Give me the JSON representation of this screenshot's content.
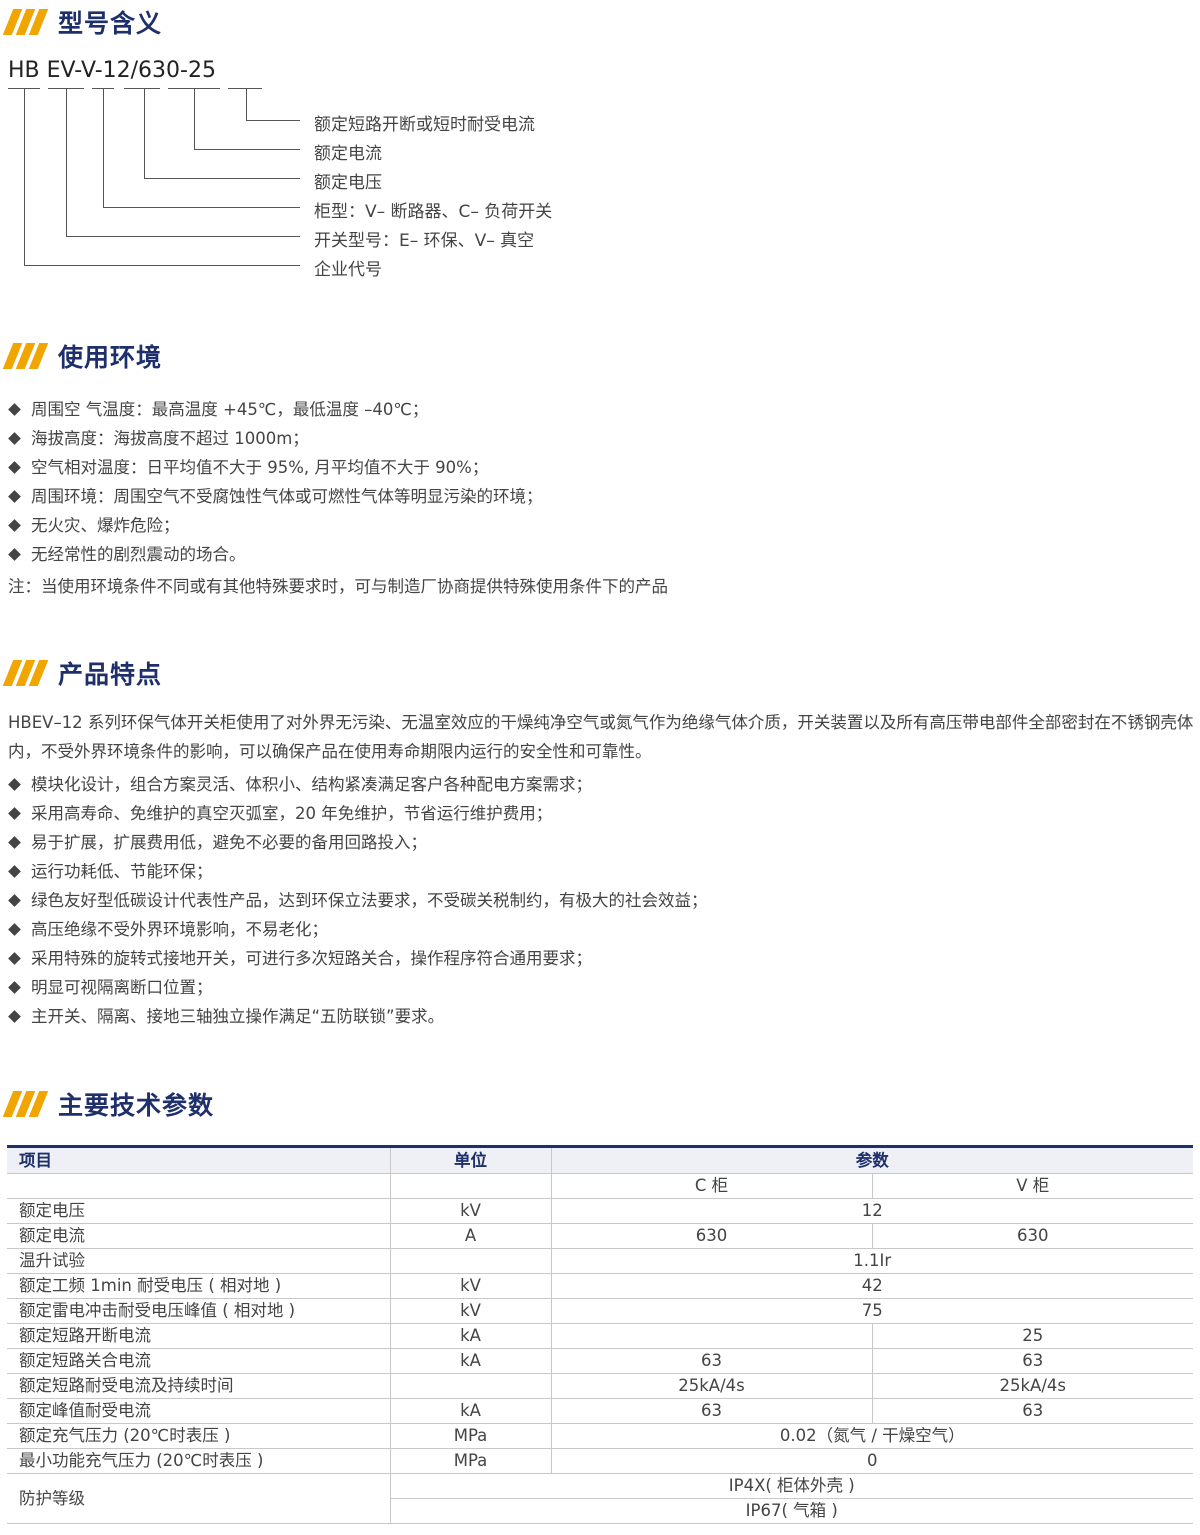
{
  "sections": {
    "model": "型号含义",
    "env": "使用环境",
    "features": "产品特点",
    "params": "主要技术参数"
  },
  "model": {
    "code": "HB EV-V-12/630-25",
    "desc": [
      "额定短路开断或短时耐受电流",
      "额定电流",
      "额定电压",
      "柜型：V– 断路器、C– 负荷开关",
      "开关型号：E– 环保、V– 真空",
      "企业代号"
    ]
  },
  "env": {
    "items": [
      "周围空 气温度：最高温度 +45℃，最低温度 –40℃；",
      "海拔高度：海拔高度不超过 1000m；",
      "空气相对温度：日平均值不大于 95%, 月平均值不大于 90%；",
      "周围环境：周围空气不受腐蚀性气体或可燃性气体等明显污染的环境；",
      "无火灾、爆炸危险；",
      "无经常性的剧烈震动的场合。"
    ],
    "note": "注：当使用环境条件不同或有其他特殊要求时，可与制造厂协商提供特殊使用条件下的产品"
  },
  "features": {
    "intro": "HBEV–12 系列环保气体开关柜使用了对外界无污染、无温室效应的干燥纯净空气或氮气作为绝缘气体介质，开关装置以及所有高压带电部件全部密封在不锈钢壳体内，不受外界环境条件的影响，可以确保产品在使用寿命期限内运行的安全性和可靠性。",
    "items": [
      "模块化设计，组合方案灵活、体积小、结构紧凑满足客户各种配电方案需求；",
      "采用高寿命、免维护的真空灭弧室，20 年免维护，节省运行维护费用；",
      "易于扩展，扩展费用低，避免不必要的备用回路投入；",
      "运行功耗低、节能环保；",
      "绿色友好型低碳设计代表性产品，达到环保立法要求，不受碳关税制约，有极大的社会效益；",
      "高压绝缘不受外界环境影响，不易老化；",
      "采用特殊的旋转式接地开关，可进行多次短路关合，操作程序符合通用要求；",
      "明显可视隔离断口位置；",
      "主开关、隔离、接地三轴独立操作满足“五防联锁”要求。"
    ]
  },
  "table": {
    "headers": [
      "项目",
      "单位",
      "参数"
    ],
    "sub": [
      "C 柜",
      "V 柜"
    ],
    "rows": [
      {
        "name": "额定电压",
        "unit": "kV",
        "merged": "12"
      },
      {
        "name": "额定电流",
        "unit": "A",
        "c": "630",
        "v": "630"
      },
      {
        "name": "温升试验",
        "unit": "",
        "merged": "1.1Ir"
      },
      {
        "name": "额定工频 1min 耐受电压 ( 相对地 )",
        "unit": "kV",
        "merged": "42"
      },
      {
        "name": "额定雷电冲击耐受电压峰值 ( 相对地 )",
        "unit": "kV",
        "merged": "75"
      },
      {
        "name": "额定短路开断电流",
        "unit": "kA",
        "c": "",
        "v": "25"
      },
      {
        "name": "额定短路关合电流",
        "unit": "kA",
        "c": "63",
        "v": "63"
      },
      {
        "name": "额定短路耐受电流及持续时间",
        "unit": "",
        "c": "25kA/4s",
        "v": "25kA/4s"
      },
      {
        "name": "额定峰值耐受电流",
        "unit": "kA",
        "c": "63",
        "v": "63"
      },
      {
        "name": "额定充气压力 (20℃时表压 )",
        "unit": "MPa",
        "merged": "0.02（氮气 / 干燥空气）"
      },
      {
        "name": "最小功能充气压力 (20℃时表压 )",
        "unit": "MPa",
        "merged": "0"
      }
    ],
    "protection": {
      "name": "防护等级",
      "a": "IP4X( 柜体外壳 )",
      "b": "IP67( 气箱 )"
    }
  }
}
